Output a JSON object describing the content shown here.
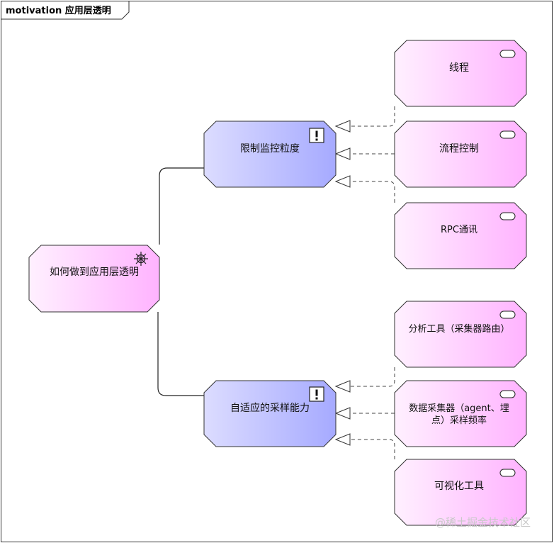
{
  "frame": {
    "title": "motivation 应用层透明"
  },
  "goal": {
    "label": "如何做到应用层透明"
  },
  "principles": [
    {
      "label": "限制监控粒度"
    },
    {
      "label": "自适应的采样能力"
    }
  ],
  "requirements": [
    {
      "label": "线程"
    },
    {
      "label": "流程控制"
    },
    {
      "label": "RPC通讯"
    },
    {
      "label": "分析工具（采集器路由）"
    },
    {
      "label_line1": "数据采集器（agent、埋",
      "label_line2": "点）采样频率"
    },
    {
      "label": "可视化工具"
    }
  ],
  "watermark": "@稀土掘金技术社区",
  "colors": {
    "goal_fill": "#ffc6ff",
    "principle_fill": "#c2c6ff",
    "requirement_fill": "#ffc6ff",
    "outline": "#333333"
  }
}
